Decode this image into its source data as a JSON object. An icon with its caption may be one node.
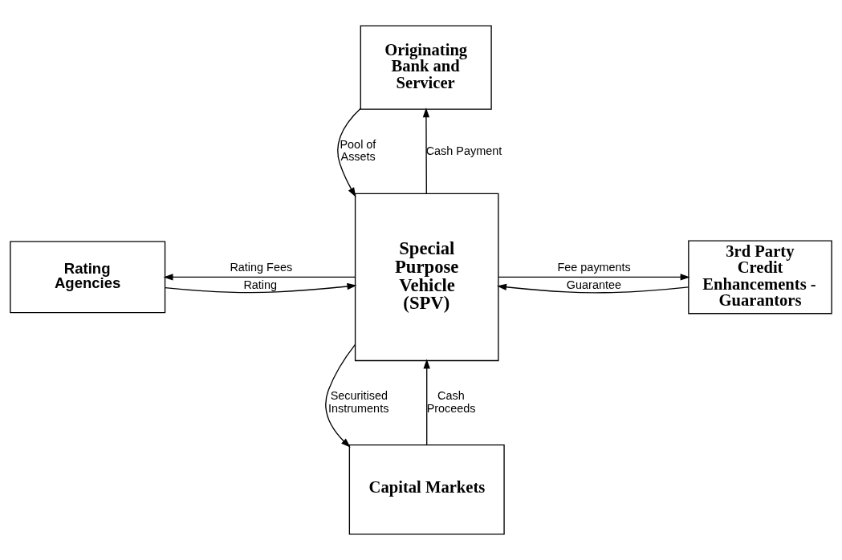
{
  "diagram": {
    "nodes": [
      {
        "text": [
          "Originating Bank and Servicer"
        ]
      },
      {
        "text": [
          "Rating Agencies"
        ]
      },
      {
        "text": [
          "Special Purpose Vehicle (SPV)"
        ]
      },
      {
        "text": [
          "3rd Party Credit Enhancements - Guarantors"
        ]
      },
      {
        "text": [
          "Capital Markets"
        ]
      }
    ],
    "edges": [
      {
        "from": 0,
        "to": 2,
        "arrow": "to",
        "label": "Pool of Assets"
      },
      {
        "from": 2,
        "to": 0,
        "arrow": "to",
        "label": "Cash Payment"
      },
      {
        "from": 2,
        "to": 1,
        "arrow": "to",
        "label": "Rating Fees"
      },
      {
        "from": 1,
        "to": 2,
        "arrow": "to",
        "label": "Rating"
      },
      {
        "from": 2,
        "to": 3,
        "arrow": "to",
        "label": "Fee payments"
      },
      {
        "from": 3,
        "to": 2,
        "arrow": "to",
        "label": "Guarantee"
      },
      {
        "from": 2,
        "to": 4,
        "arrow": "to",
        "label": "Securitised Instruments"
      },
      {
        "from": 4,
        "to": 2,
        "arrow": "to",
        "label": "Cash Proceeds"
      }
    ]
  }
}
